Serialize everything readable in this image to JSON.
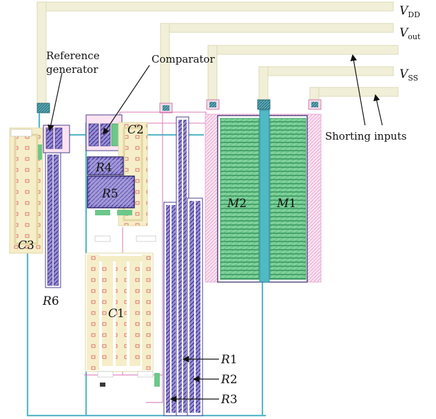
{
  "rails": {
    "vdd": {
      "main": "V",
      "sub": "DD"
    },
    "vout": {
      "main": "V",
      "sub": "out"
    },
    "vss": {
      "main": "V",
      "sub": "SS"
    }
  },
  "callouts": {
    "reference_generator": [
      "Reference",
      "generator"
    ],
    "comparator": "Comparator",
    "shorting_inputs": "Shorting inputs"
  },
  "components": {
    "m2": {
      "letter": "M",
      "num": "2"
    },
    "m1": {
      "letter": "M",
      "num": "1"
    },
    "c1": {
      "letter": "C",
      "num": "1"
    },
    "c2": {
      "letter": "C",
      "num": "2"
    },
    "c3": {
      "letter": "C",
      "num": "3"
    },
    "r1": {
      "letter": "R",
      "num": "1"
    },
    "r2": {
      "letter": "R",
      "num": "2"
    },
    "r3": {
      "letter": "R",
      "num": "3"
    },
    "r4": {
      "letter": "R",
      "num": "4"
    },
    "r5": {
      "letter": "R",
      "num": "5"
    },
    "r6": {
      "letter": "R",
      "num": "6"
    }
  },
  "colors": {
    "metal_rail": "#f1efd7",
    "metal_rail_edge": "#d8d4b0",
    "nwell_pink": "#f4c8e4",
    "active_green": "#6cc88a",
    "poly_blue": "#4a9fc0",
    "resistor_purple": "#8d7fc8",
    "resistor_edge": "#4b3f8c",
    "cap_cream": "#f3ecc4",
    "contact_red": "#d84a4a",
    "wire_teal": "#57b8c8"
  }
}
